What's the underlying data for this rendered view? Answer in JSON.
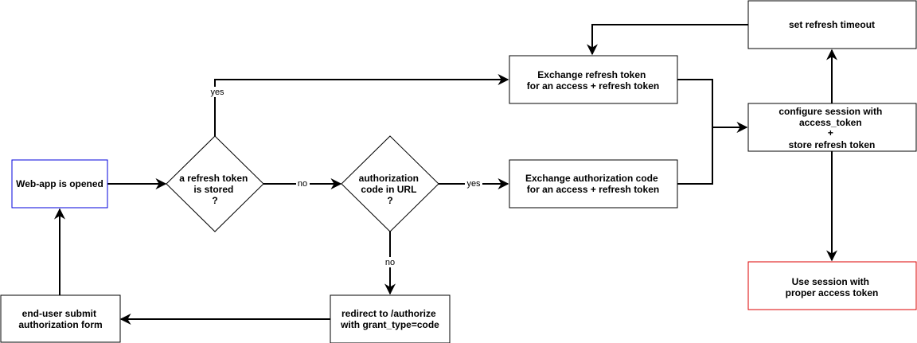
{
  "colors": {
    "default_border": "#000000",
    "start_border": "#0000dd",
    "end_border": "#dd0000"
  },
  "nodes": {
    "webapp_opened": {
      "lines": [
        "Web-app is opened"
      ]
    },
    "refresh_stored": {
      "lines": [
        "a refresh token",
        "is stored",
        "?"
      ]
    },
    "auth_code_in_url": {
      "lines": [
        "authorization",
        "code in URL",
        "?"
      ]
    },
    "exchange_refresh": {
      "lines": [
        "Exchange refresh token",
        "for an access + refresh token"
      ]
    },
    "exchange_auth_code": {
      "lines": [
        "Exchange authorization code",
        "for an access + refresh token"
      ]
    },
    "set_refresh_timeout": {
      "lines": [
        "set refresh timeout"
      ]
    },
    "configure_session": {
      "lines": [
        "configure session with",
        "access_token",
        "+",
        "store refresh token"
      ]
    },
    "use_session": {
      "lines": [
        "Use session with",
        "proper access token"
      ]
    },
    "redirect_authorize": {
      "lines": [
        "redirect to /authorize",
        "with grant_type=code"
      ]
    },
    "enduser_submit": {
      "lines": [
        "end-user submit",
        "authorization form"
      ]
    }
  },
  "edge_labels": {
    "refresh_yes": "yes",
    "refresh_no": "no",
    "code_yes": "yes",
    "code_no": "no"
  }
}
